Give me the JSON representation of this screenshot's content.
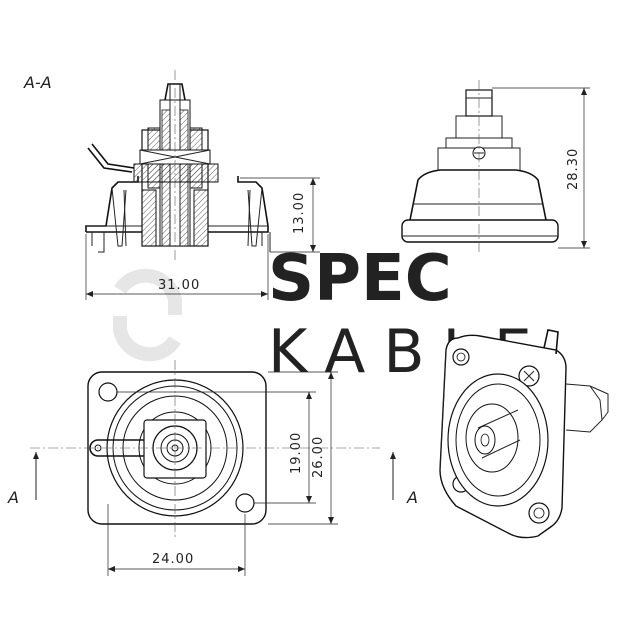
{
  "section_label": "A-A",
  "view_marker_left": "A",
  "view_marker_right": "A",
  "watermark": {
    "line1": "SPEC",
    "line2": "KABLE"
  },
  "dimensions": {
    "side_width": "31.00",
    "side_height": "13.00",
    "total_height": "28.30",
    "front_width": "24.00",
    "hole_spacing": "19.00",
    "flange_height": "26.00"
  },
  "colors": {
    "line": "#222222",
    "watermark": "#e9e9e9",
    "background": "#ffffff"
  }
}
